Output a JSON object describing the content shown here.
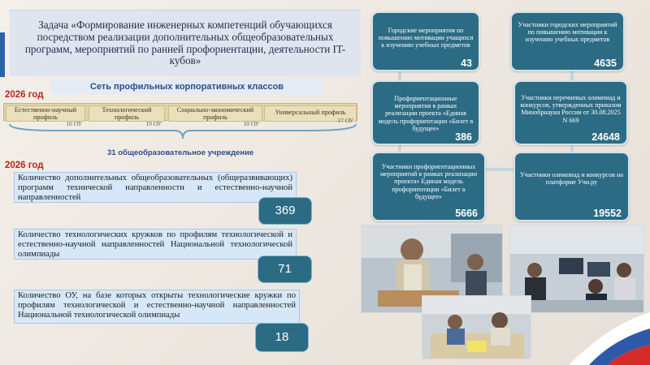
{
  "title": "Задача «Формирование инженерных компетенций обучающихся посредством реализации дополнительных общеобразовательных программ, мероприятий по ранней профориентации, деятельности IT-кубов»",
  "network_year": "2026 год",
  "network_title": "Сеть профильных корпоративных классов",
  "profiles": [
    {
      "label": "Естественно-научный профиль",
      "count": "16 ОУ"
    },
    {
      "label": "Технологический профиль",
      "count": "19 ОУ"
    },
    {
      "label": "Социально-экономический профиль",
      "count": "10 ОУ"
    },
    {
      "label": "Универсальный профиль",
      "count": "17 ОУ"
    }
  ],
  "total_institutions": "31 общеобразовательное учреждение",
  "stats_year": "2026 год",
  "stats": [
    {
      "text": "Количество дополнительных общеобразовательных (общеразвивающих) программ технической направленности и естественно-научной направленностей",
      "value": "369"
    },
    {
      "text": "Количество технологических кружков по профилям технологической и естественно-научной направленностей Национальной технологической олимпиады",
      "value": "71"
    },
    {
      "text": "Количество ОУ, на базе которых открыты технологические кружки по профилям технологической и естественно-научной направленностей Национальной технологической олимпиады",
      "value": "18"
    }
  ],
  "cards_left": [
    {
      "text": "Городские мероприятия по повышению мотивации учащихся к изучению учебных предметов",
      "value": "43"
    },
    {
      "text": "Профориентационные мероприятия в рамках реализации проекта «Единая модель профориентации «Билет в будущее»",
      "value": "386"
    },
    {
      "text": "Участники профориентационных мероприятий в рамках реализации проекта» Единая модель профориентации «Билет в будущее»",
      "value": "5666"
    }
  ],
  "cards_right": [
    {
      "text": "Участники городских мероприятий по повышению мотивации к изучению учебных предметов",
      "value": "4635"
    },
    {
      "text": "Участники перечневых олимпиад и конкурсов, утвержденных приказом Минобрнауки России от 30.08.2025 N 669",
      "value": "24648"
    },
    {
      "text": "Участники олимпиад и конкурсов на платформе Учи.ру",
      "value": "19552"
    }
  ],
  "colors": {
    "accent": "#2c6b84",
    "year_red": "#c0211e",
    "title_blue": "#2b4e8a"
  }
}
